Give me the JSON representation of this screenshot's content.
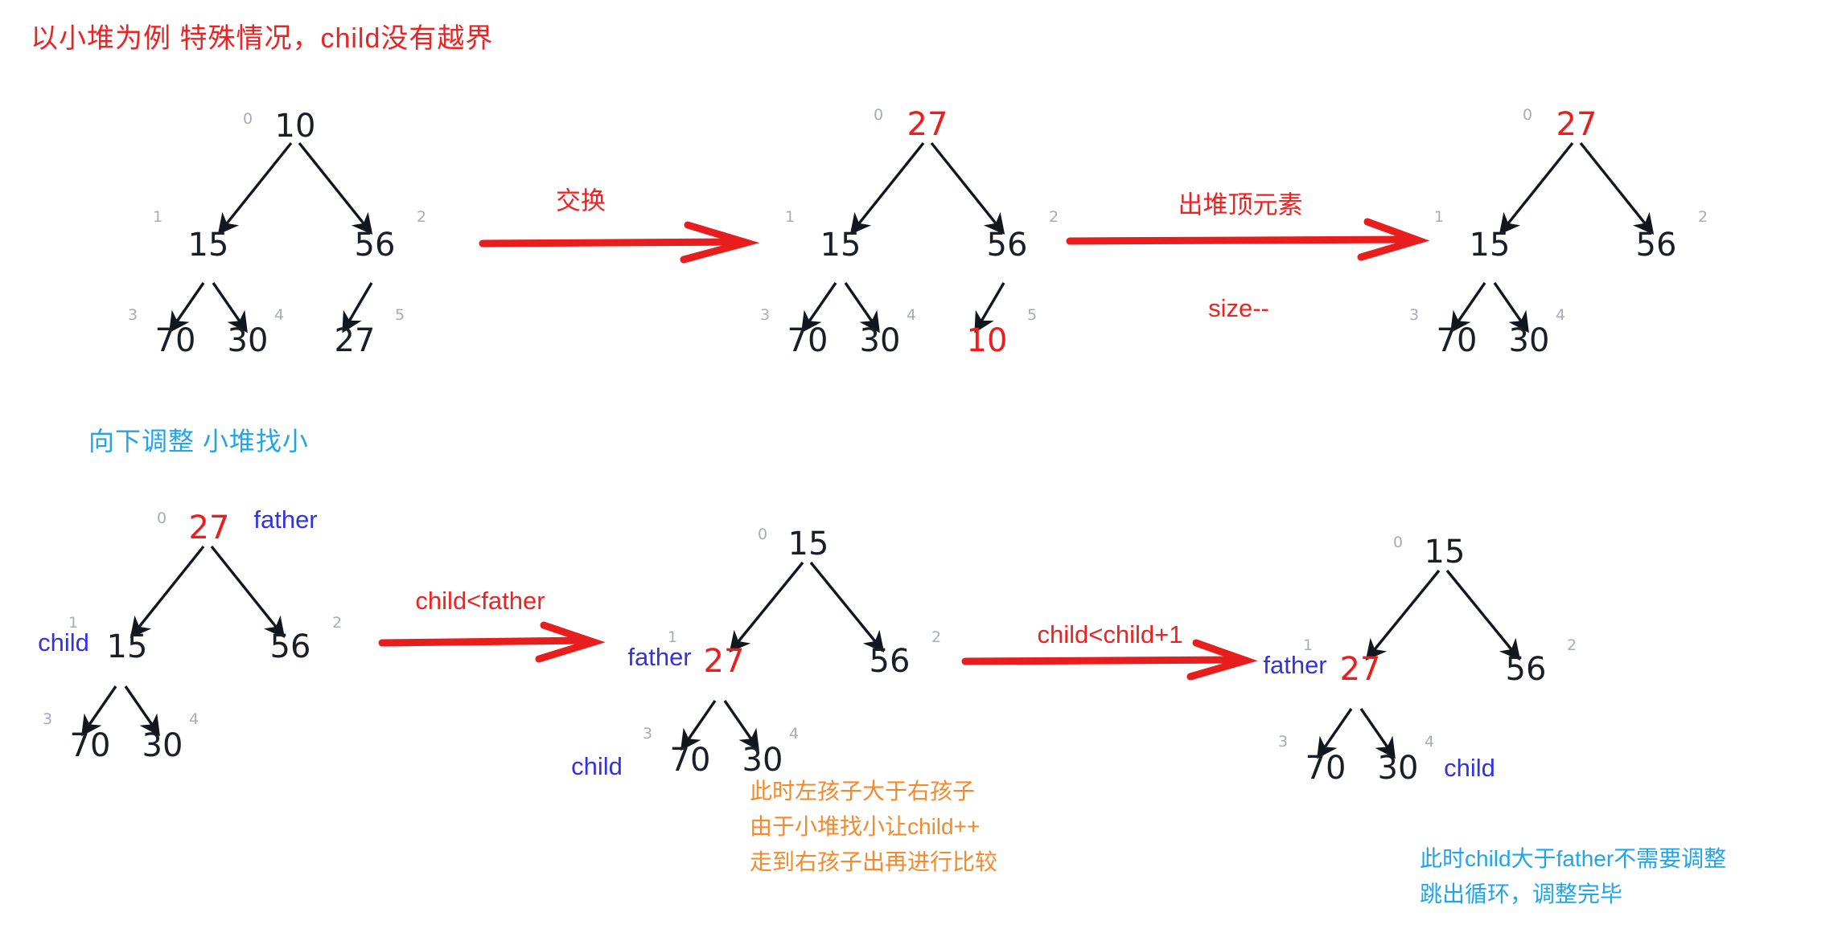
{
  "headings": {
    "top": "以小堆为例 特殊情况，child没有越界",
    "middle": "向下调整 小堆找小"
  },
  "steps": [
    {
      "label": "交换"
    },
    {
      "label": "出堆顶元素",
      "sublabel": "size--"
    },
    {
      "label": "child<father"
    },
    {
      "label": "child<child+1"
    }
  ],
  "trees": [
    {
      "id": "tree-1",
      "nodes": [
        {
          "value": "10",
          "index": "0",
          "color": "black"
        },
        {
          "value": "15",
          "index": "1",
          "color": "black"
        },
        {
          "value": "56",
          "index": "2",
          "color": "black"
        },
        {
          "value": "70",
          "index": "3",
          "color": "black"
        },
        {
          "value": "30",
          "index": "4",
          "color": "black"
        },
        {
          "value": "27",
          "index": "5",
          "color": "black"
        }
      ]
    },
    {
      "id": "tree-2",
      "nodes": [
        {
          "value": "27",
          "index": "0",
          "color": "red"
        },
        {
          "value": "15",
          "index": "1",
          "color": "black"
        },
        {
          "value": "56",
          "index": "2",
          "color": "black"
        },
        {
          "value": "70",
          "index": "3",
          "color": "black"
        },
        {
          "value": "30",
          "index": "4",
          "color": "black"
        },
        {
          "value": "10",
          "index": "5",
          "color": "red"
        }
      ]
    },
    {
      "id": "tree-3",
      "nodes": [
        {
          "value": "27",
          "index": "0",
          "color": "red"
        },
        {
          "value": "15",
          "index": "1",
          "color": "black"
        },
        {
          "value": "56",
          "index": "2",
          "color": "black"
        },
        {
          "value": "70",
          "index": "3",
          "color": "black"
        },
        {
          "value": "30",
          "index": "4",
          "color": "black"
        }
      ]
    },
    {
      "id": "tree-4",
      "nodes": [
        {
          "value": "27",
          "index": "0",
          "color": "red",
          "tag": "father"
        },
        {
          "value": "15",
          "index": "1",
          "color": "black",
          "tag": "child"
        },
        {
          "value": "56",
          "index": "2",
          "color": "black"
        },
        {
          "value": "70",
          "index": "3",
          "color": "black"
        },
        {
          "value": "30",
          "index": "4",
          "color": "black"
        }
      ]
    },
    {
      "id": "tree-5",
      "nodes": [
        {
          "value": "15",
          "index": "0",
          "color": "black"
        },
        {
          "value": "27",
          "index": "1",
          "color": "red",
          "tag": "father"
        },
        {
          "value": "56",
          "index": "2",
          "color": "black"
        },
        {
          "value": "70",
          "index": "3",
          "color": "black"
        },
        {
          "value": "30",
          "index": "4",
          "color": "black"
        }
      ],
      "extra_tag": "child"
    },
    {
      "id": "tree-6",
      "nodes": [
        {
          "value": "15",
          "index": "0",
          "color": "black"
        },
        {
          "value": "27",
          "index": "1",
          "color": "red",
          "tag": "father"
        },
        {
          "value": "56",
          "index": "2",
          "color": "black"
        },
        {
          "value": "70",
          "index": "3",
          "color": "black"
        },
        {
          "value": "30",
          "index": "4",
          "color": "black"
        }
      ],
      "extra_tag": "child"
    }
  ],
  "tree1": {
    "n0": "10",
    "i0": "0",
    "n1": "15",
    "i1": "1",
    "n2": "56",
    "i2": "2",
    "n3": "70",
    "i3": "3",
    "n4": "30",
    "i4": "4",
    "n5": "27",
    "i5": "5"
  },
  "tree2": {
    "n0": "27",
    "i0": "0",
    "n1": "15",
    "i1": "1",
    "n2": "56",
    "i2": "2",
    "n3": "70",
    "i3": "3",
    "n4": "30",
    "i4": "4",
    "n5": "10",
    "i5": "5"
  },
  "tree3": {
    "n0": "27",
    "i0": "0",
    "n1": "15",
    "i1": "1",
    "n2": "56",
    "i2": "2",
    "n3": "70",
    "i3": "3",
    "n4": "30",
    "i4": "4"
  },
  "tree4": {
    "n0": "27",
    "i0": "0",
    "n1": "15",
    "i1": "1",
    "n2": "56",
    "i2": "2",
    "n3": "70",
    "i3": "3",
    "n4": "30",
    "i4": "4",
    "tag_father": "father",
    "tag_child": "child"
  },
  "tree5": {
    "n0": "15",
    "i0": "0",
    "n1": "27",
    "i1": "1",
    "n2": "56",
    "i2": "2",
    "n3": "70",
    "i3": "3",
    "n4": "30",
    "i4": "4",
    "tag_father": "father",
    "tag_child": "child"
  },
  "tree6": {
    "n0": "15",
    "i0": "0",
    "n1": "27",
    "i1": "1",
    "n2": "56",
    "i2": "2",
    "n3": "70",
    "i3": "3",
    "n4": "30",
    "i4": "4",
    "tag_father": "father",
    "tag_child": "child"
  },
  "notes": {
    "orange": [
      "此时左孩子大于右孩子",
      "由于小堆找小让child++",
      "走到右孩子出再进行比较"
    ],
    "blue": [
      "此时child大于father不需要调整",
      "跳出循环，调整完毕"
    ]
  },
  "colors": {
    "red": "#ee2222",
    "blue_heading": "#22a5e8",
    "tag_blue": "#3333dd",
    "orange": "#f5892b",
    "node": "#1a1f26",
    "index_gray": "#a8adb5"
  }
}
